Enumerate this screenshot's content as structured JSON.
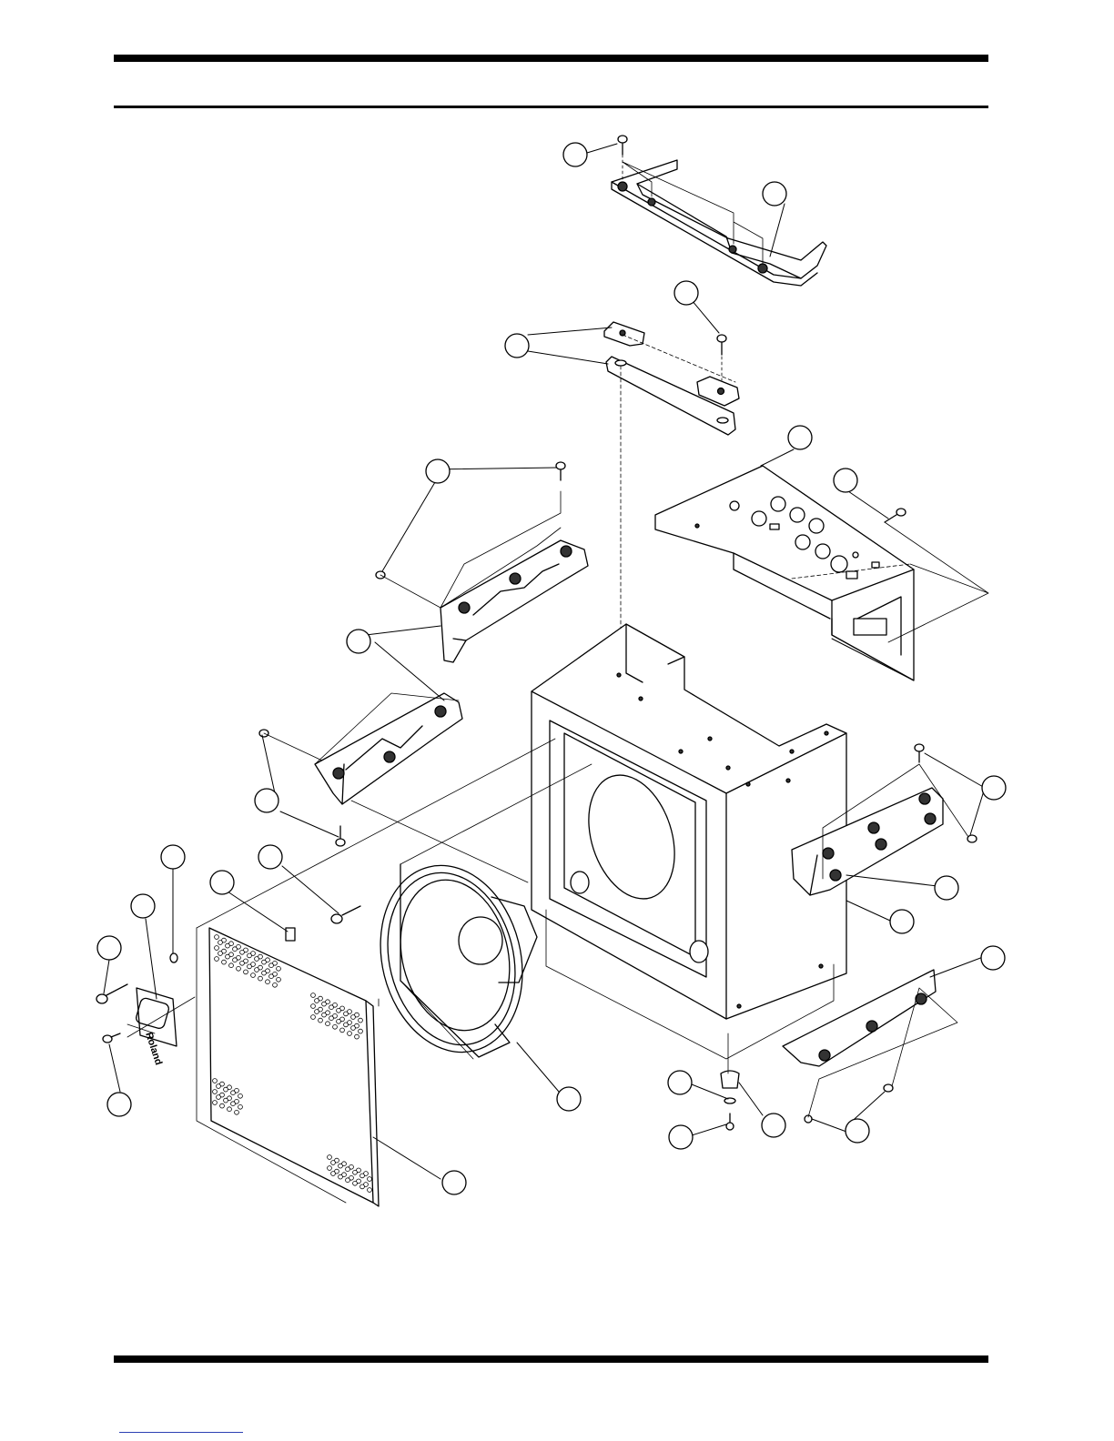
{
  "page": {
    "title": "",
    "footer_link": ""
  },
  "diagram": {
    "type": "exploded-parts-view",
    "logo_text": "Roland",
    "callouts": [
      {
        "part": "top-screw",
        "label": ""
      },
      {
        "part": "handle",
        "label": ""
      },
      {
        "part": "bracket-screw",
        "label": ""
      },
      {
        "part": "bracket-pair",
        "label": ""
      },
      {
        "part": "amp-chassis",
        "label": ""
      },
      {
        "part": "chassis-screw",
        "label": ""
      },
      {
        "part": "corner-screws-upper-left",
        "label": ""
      },
      {
        "part": "corner-upper-left",
        "label": ""
      },
      {
        "part": "corner-lower-left-screws",
        "label": ""
      },
      {
        "part": "washer",
        "label": ""
      },
      {
        "part": "speaker-screw",
        "label": ""
      },
      {
        "part": "clip",
        "label": ""
      },
      {
        "part": "emblem",
        "label": ""
      },
      {
        "part": "emblem-screw",
        "label": ""
      },
      {
        "part": "grille-screw",
        "label": ""
      },
      {
        "part": "speaker",
        "label": ""
      },
      {
        "part": "grille",
        "label": ""
      },
      {
        "part": "cabinet",
        "label": ""
      },
      {
        "part": "corner-right-screws",
        "label": ""
      },
      {
        "part": "corner-right-upper",
        "label": ""
      },
      {
        "part": "corner-right-lower",
        "label": ""
      },
      {
        "part": "foot-washer",
        "label": ""
      },
      {
        "part": "foot-screw",
        "label": ""
      },
      {
        "part": "foot",
        "label": ""
      },
      {
        "part": "corner-lower-screws",
        "label": ""
      }
    ]
  }
}
